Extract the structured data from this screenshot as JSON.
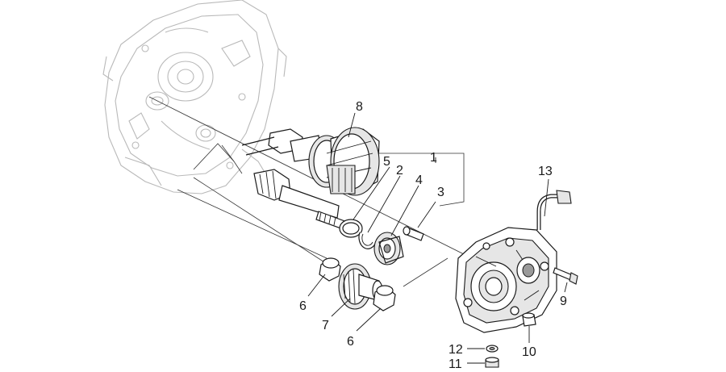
{
  "callouts": {
    "c1": "1",
    "c2": "2",
    "c3": "3",
    "c4": "4",
    "c5": "5",
    "c6a": "6",
    "c6b": "6",
    "c7": "7",
    "c8": "8",
    "c9": "9",
    "c10": "10",
    "c11": "11",
    "c12": "12",
    "c13": "13"
  },
  "colors": {
    "line": "#1a1a1a",
    "ghost": "#b9b9b9",
    "background": "#ffffff"
  }
}
